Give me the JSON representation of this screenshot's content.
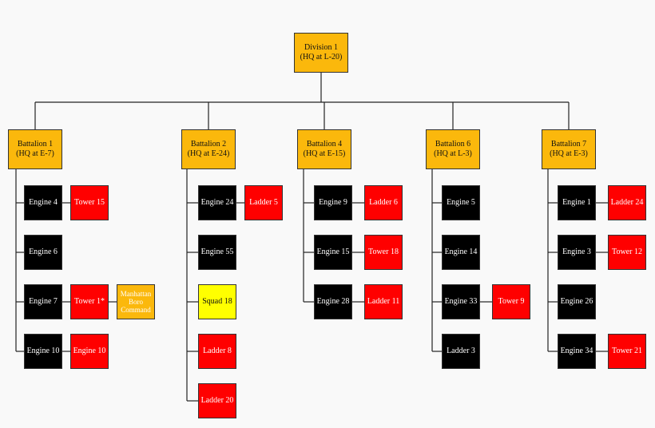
{
  "division": {
    "title": "Division 1",
    "hq": "(HQ at L-20)"
  },
  "battalions": [
    {
      "title": "Battalion 1",
      "hq": "(HQ at E-7)"
    },
    {
      "title": "Battalion 2",
      "hq": "(HQ at E-24)"
    },
    {
      "title": "Battalion 4",
      "hq": "(HQ at E-15)"
    },
    {
      "title": "Battalion 6",
      "hq": "(HQ at L-3)"
    },
    {
      "title": "Battalion 7",
      "hq": "(HQ at E-3)"
    }
  ],
  "units": {
    "b1": {
      "engine_4": "Engine 4",
      "tower_15": "Tower 15",
      "engine_6": "Engine 6",
      "engine_7": "Engine 7",
      "tower_1": "Tower 1*",
      "boro": [
        "Manhattan",
        "Boro",
        "Command"
      ],
      "engine_10": "Engine 10",
      "engine_10_red": "Engine 10"
    },
    "b2": {
      "engine_24": "Engine 24",
      "ladder_5": "Ladder 5",
      "engine_55": "Engine 55",
      "squad_18": "Squad 18",
      "ladder_8": "Ladder 8",
      "ladder_20": "Ladder 20"
    },
    "b4": {
      "engine_9": "Engine 9",
      "ladder_6": "Ladder 6",
      "engine_15": "Engine 15",
      "tower_18": "Tower 18",
      "engine_28": "Engine 28",
      "ladder_11": "Ladder 11"
    },
    "b6": {
      "engine_5": "Engine 5",
      "engine_14": "Engine 14",
      "engine_33": "Engine 33",
      "tower_9": "Tower 9",
      "ladder_3": "Ladder 3"
    },
    "b7": {
      "engine_1": "Engine 1",
      "ladder_24": "Ladder 24",
      "engine_3": "Engine 3",
      "tower_12": "Tower 12",
      "engine_26": "Engine 26",
      "engine_34": "Engine 34",
      "tower_21": "Tower 21"
    }
  },
  "colors": {
    "hq": "#fbb80c",
    "engine": "#000000",
    "ladder_tower": "#ff0000",
    "squad": "#ffff00",
    "boro_command": "#fbb80c",
    "connector": "#222222"
  }
}
